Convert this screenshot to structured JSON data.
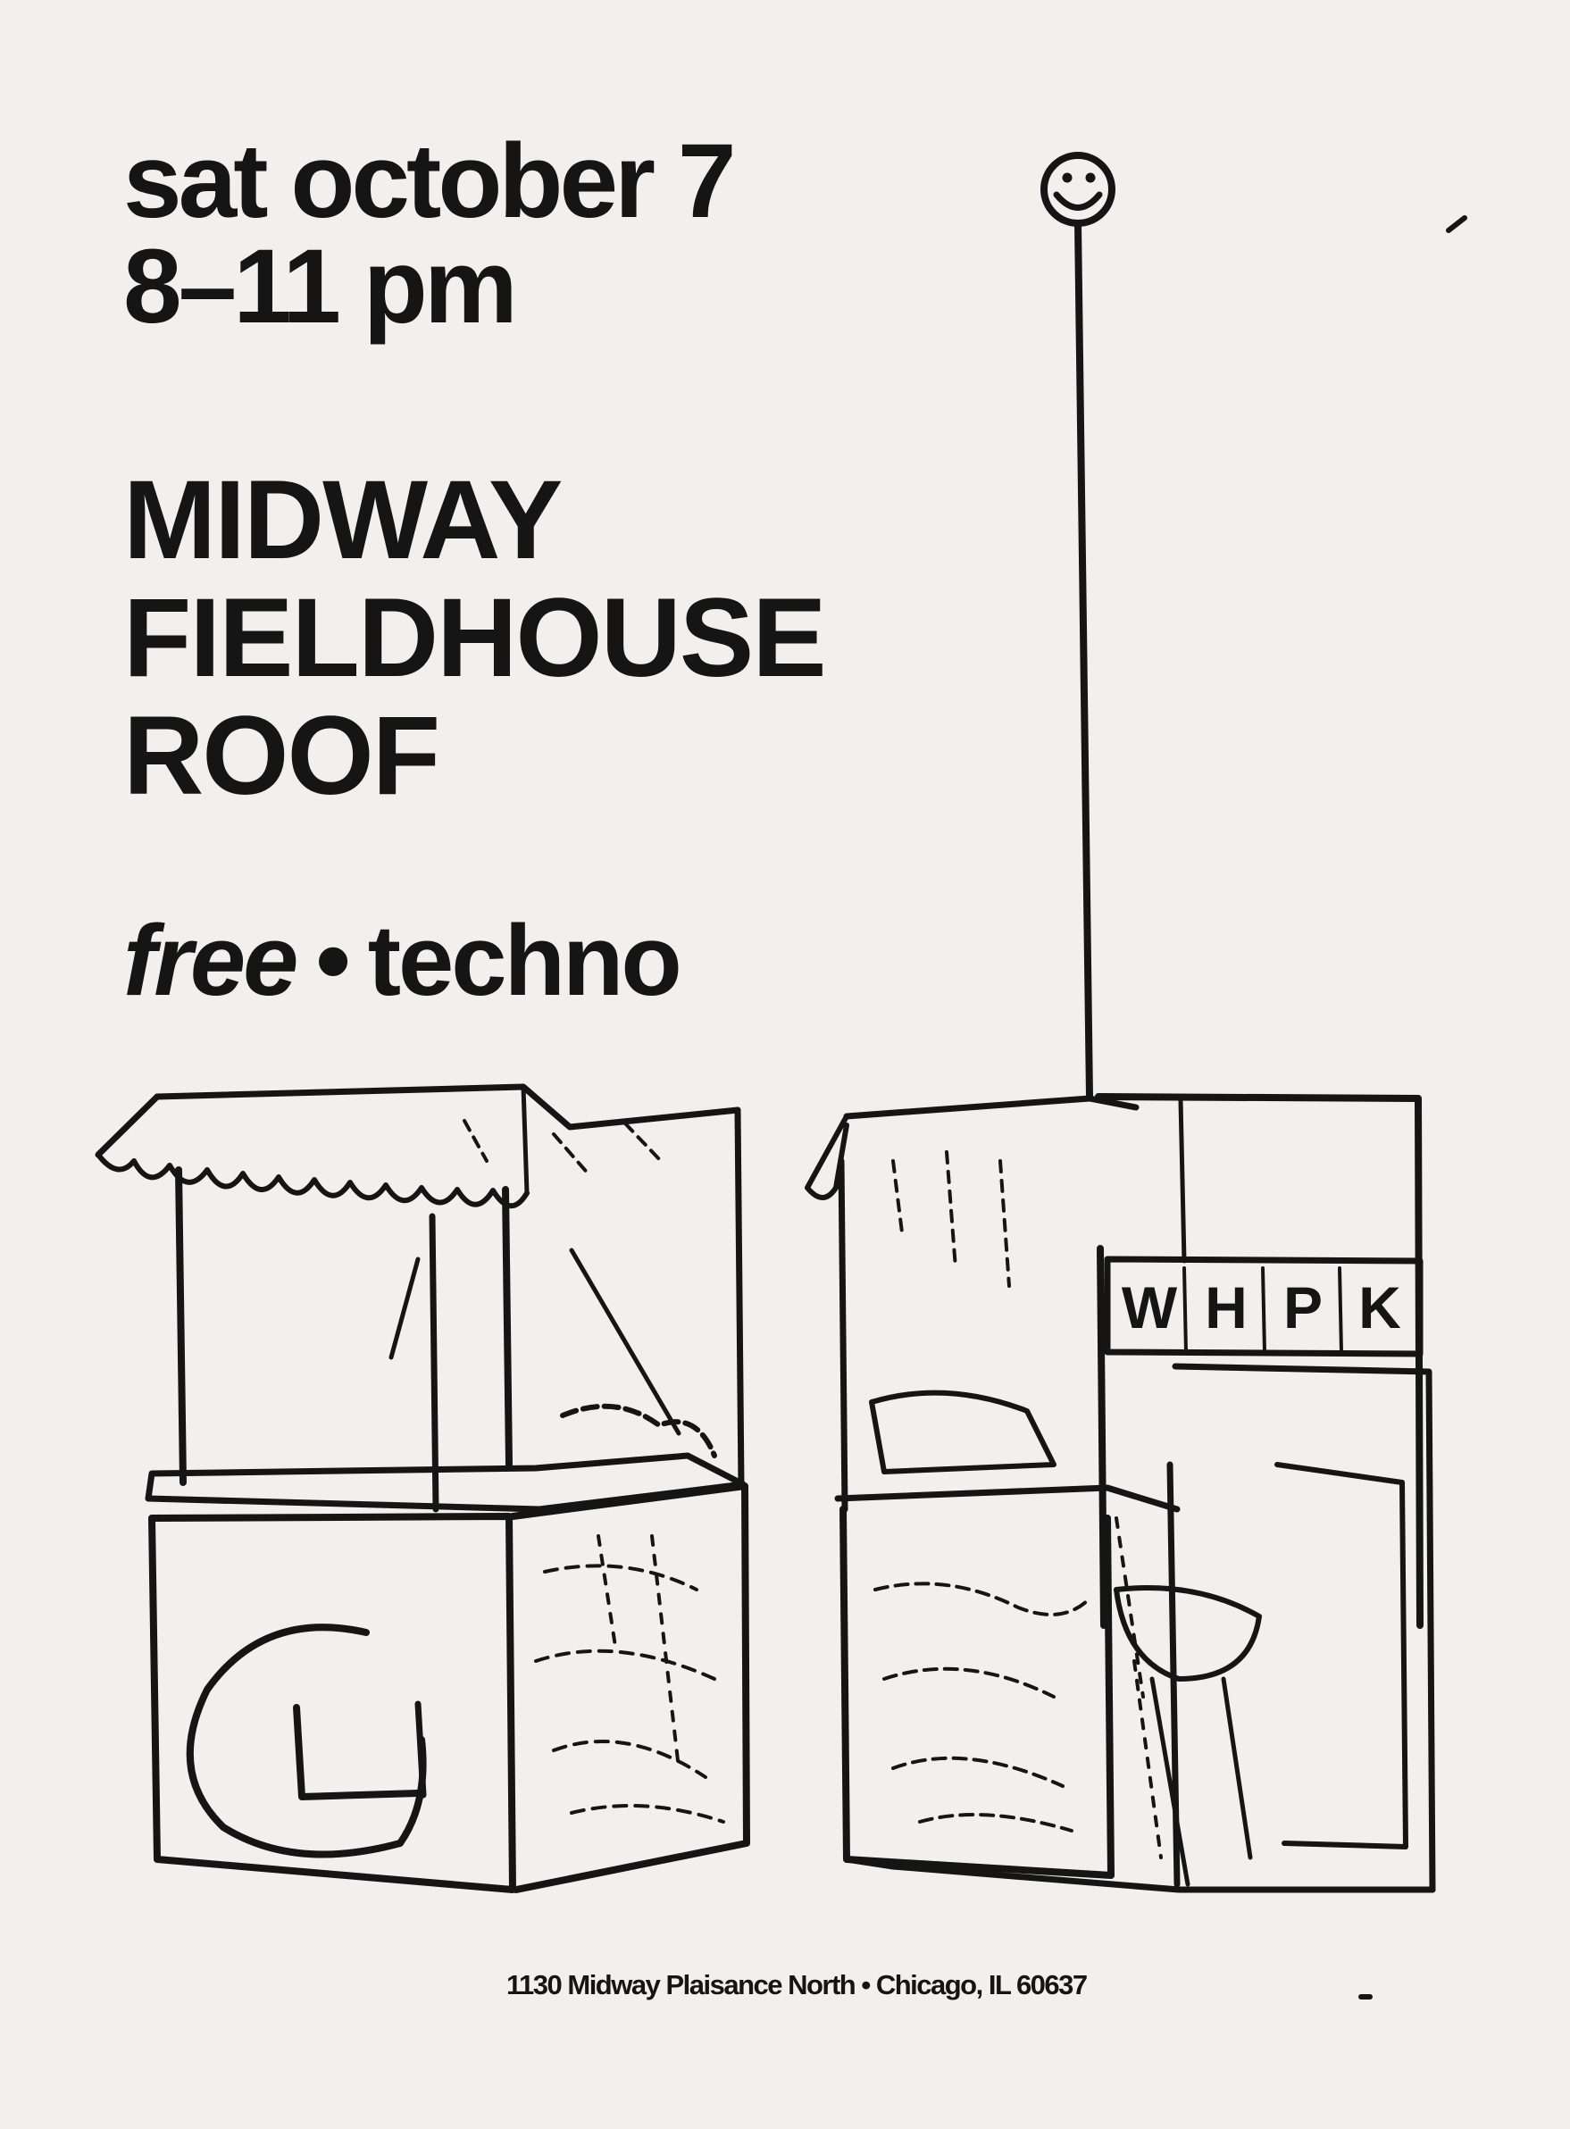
{
  "flyer": {
    "date": "sat october 7",
    "time": "8–11 pm",
    "venue_lines": [
      "MIDWAY",
      "FIELDHOUSE",
      "ROOF"
    ],
    "tagline": {
      "free": "free",
      "separator": "•",
      "genre": "techno"
    },
    "address": "1130 Midway Plaisance North • Chicago, IL 60637"
  },
  "illustration": {
    "sign_letters": [
      "W",
      "H",
      "P",
      "K"
    ],
    "icons": [
      "smiley-face-icon",
      "market-stall-icon",
      "radio-booth-icon"
    ]
  },
  "colors": {
    "paper": "#f1f0ec",
    "ink": "#151515"
  }
}
